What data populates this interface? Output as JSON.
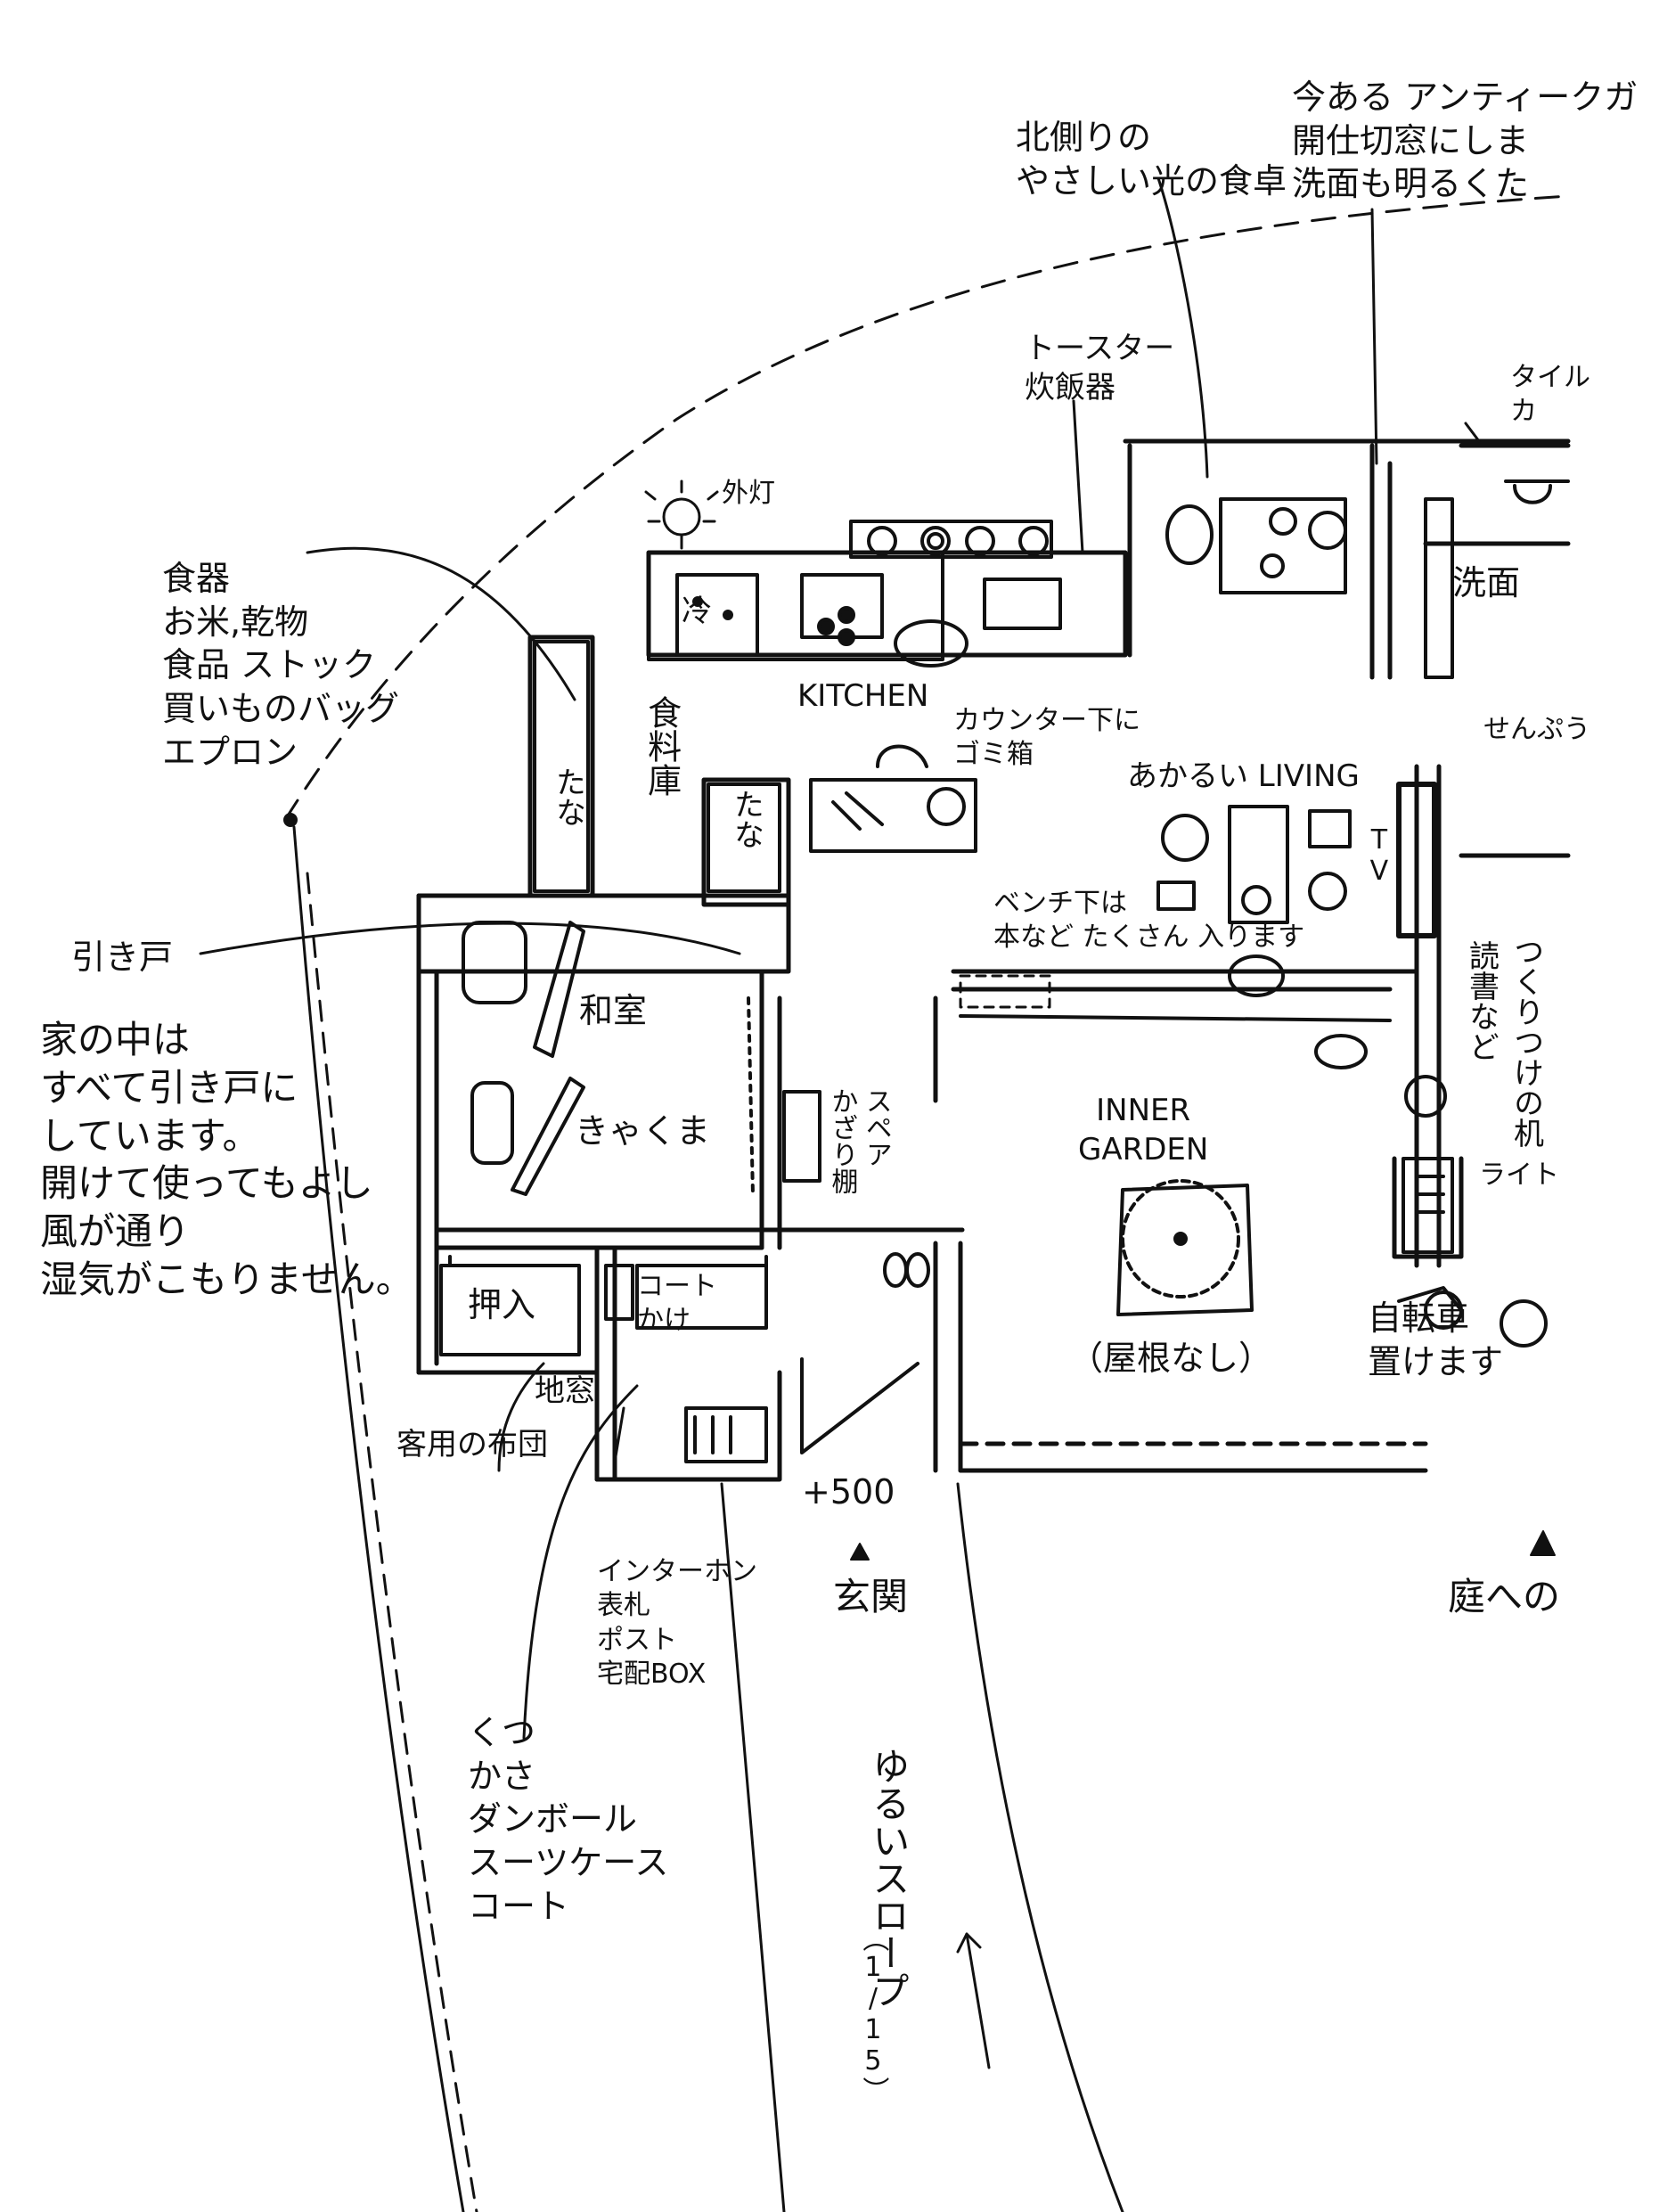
{
  "labels": {
    "antique_note": "今ある アンティークガ\n開仕切窓にしま\n洗面も明るくた",
    "north_light": "北側りの\nやさしい光の食卓",
    "toaster": "トースター\n炊飯器",
    "tile": "タイル\nカ",
    "outdoor_light": "外灯",
    "storage_list": "食器\nお米,乾物\n食品 ストック\n買いものバッグ\nエプロン",
    "fridge": "冷",
    "washroom": "洗面",
    "kitchen": "KITCHEN",
    "trash": "カウンター下に\nゴミ箱",
    "fan": "せんぷう",
    "shelf1": "たな",
    "pantry": "食料庫",
    "shelf2": "たな",
    "living": "あかるい LIVING",
    "tv": "TV",
    "sliding_door": "引き戸",
    "bench": "ベンチ下は\n本など たくさん 入ります",
    "reading": "読書など",
    "built_in_desk": "つくりつけの机",
    "washitsu": "和室",
    "guest_room": "きゃくま",
    "sliding_note": "家の中は\nすべて引き戸に\nしています。\n開けて使ってもよし\n風が通り\n湿気がこもりません。",
    "inner_garden": "INNER\nGARDEN",
    "spare_shelf": "スペア\nかざり棚",
    "light": "ライト",
    "coat_hanger": "コート\nかけ",
    "closet": "押入",
    "floor_window": "地窓",
    "no_roof": "（屋根なし）",
    "bicycle": "自転車\n置けます",
    "guest_futon": "客用の布団",
    "level": "+500",
    "intercom": "インターホン\n表札\nポスト\n宅配BOX",
    "entrance": "玄関",
    "garden_path": "庭への",
    "entry_storage": "くつ\nかさ\nダンボール\nスーツケース\nコート",
    "slope": "ゆるいスロープ",
    "slope_ratio": "（1/15）"
  },
  "icons": {
    "north_arrow": "up-arrow",
    "entrance_marker": "triangle-up",
    "garden_marker": "triangle-up"
  }
}
